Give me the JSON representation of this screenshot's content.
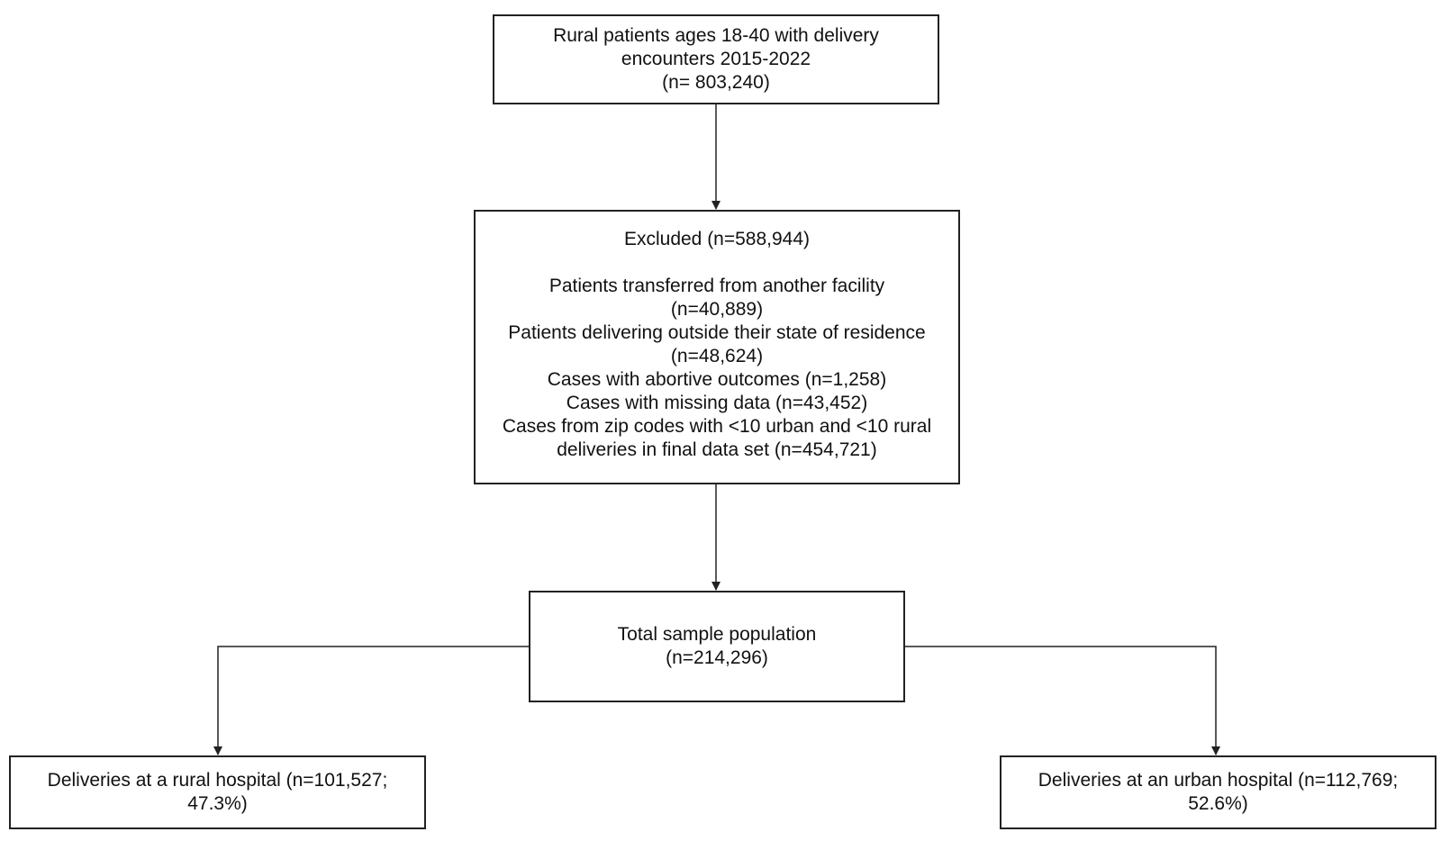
{
  "flowchart": {
    "start": {
      "lines": [
        "Rural patients ages 18-40 with delivery",
        "encounters 2015-2022",
        "(n= 803,240)"
      ]
    },
    "excluded": {
      "heading": "Excluded (n=588,944)",
      "lines": [
        "Patients transferred from another facility",
        "(n=40,889)",
        "Patients delivering outside their state of residence",
        "(n=48,624)",
        "Cases with abortive outcomes (n=1,258)",
        "Cases with missing data (n=43,452)",
        "Cases from zip codes with <10 urban and <10 rural",
        "deliveries in final data set (n=454,721)"
      ]
    },
    "total": {
      "lines": [
        "Total sample population",
        "(n=214,296)"
      ]
    },
    "rural": {
      "lines": [
        "Deliveries at a rural hospital (n=101,527;",
        "47.3%)"
      ]
    },
    "urban": {
      "lines": [
        "Deliveries at an urban hospital (n=112,769;",
        "52.6%)"
      ]
    }
  }
}
